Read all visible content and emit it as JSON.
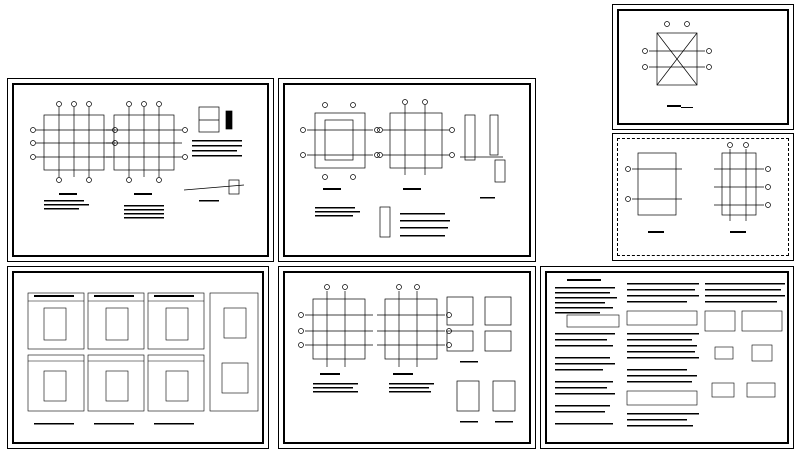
{
  "drawing_set": {
    "sheets": [
      {
        "id": "sheet-1",
        "content": "plans-and-details"
      },
      {
        "id": "sheet-2",
        "content": "plans-and-column-details"
      },
      {
        "id": "sheet-3",
        "content": "node-details-grid"
      },
      {
        "id": "sheet-4",
        "content": "plans-and-section-details"
      },
      {
        "id": "sheet-5",
        "content": "general-notes-text"
      },
      {
        "id": "sheet-6",
        "content": "roof-plan"
      },
      {
        "id": "sheet-7",
        "content": "plan-pair"
      }
    ]
  },
  "colors": {
    "line": "#000000",
    "background": "#ffffff"
  }
}
